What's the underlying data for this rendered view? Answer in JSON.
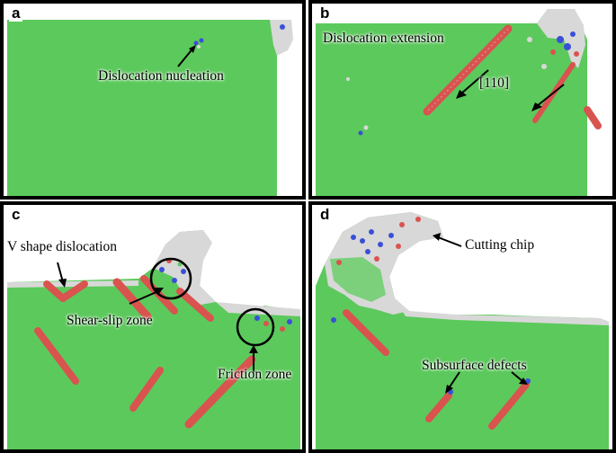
{
  "panels": {
    "a": {
      "label": "a",
      "annotations": {
        "nucleation": "Dislocation nucleation"
      }
    },
    "b": {
      "label": "b",
      "annotations": {
        "extension": "Dislocation extension",
        "direction": "[110]"
      }
    },
    "c": {
      "label": "c",
      "annotations": {
        "v_shape": "V shape dislocation",
        "shear_slip": "Shear-slip zone",
        "friction": "Friction zone"
      }
    },
    "d": {
      "label": "d",
      "annotations": {
        "chip": "Cutting chip",
        "subsurface": "Subsurface defects"
      }
    }
  },
  "colors": {
    "fcc_atoms": "#5cc95c",
    "surface_atoms": "#d8d8d8",
    "stacking_fault": "#d9534f",
    "other_defect": "#3a4fd8"
  }
}
